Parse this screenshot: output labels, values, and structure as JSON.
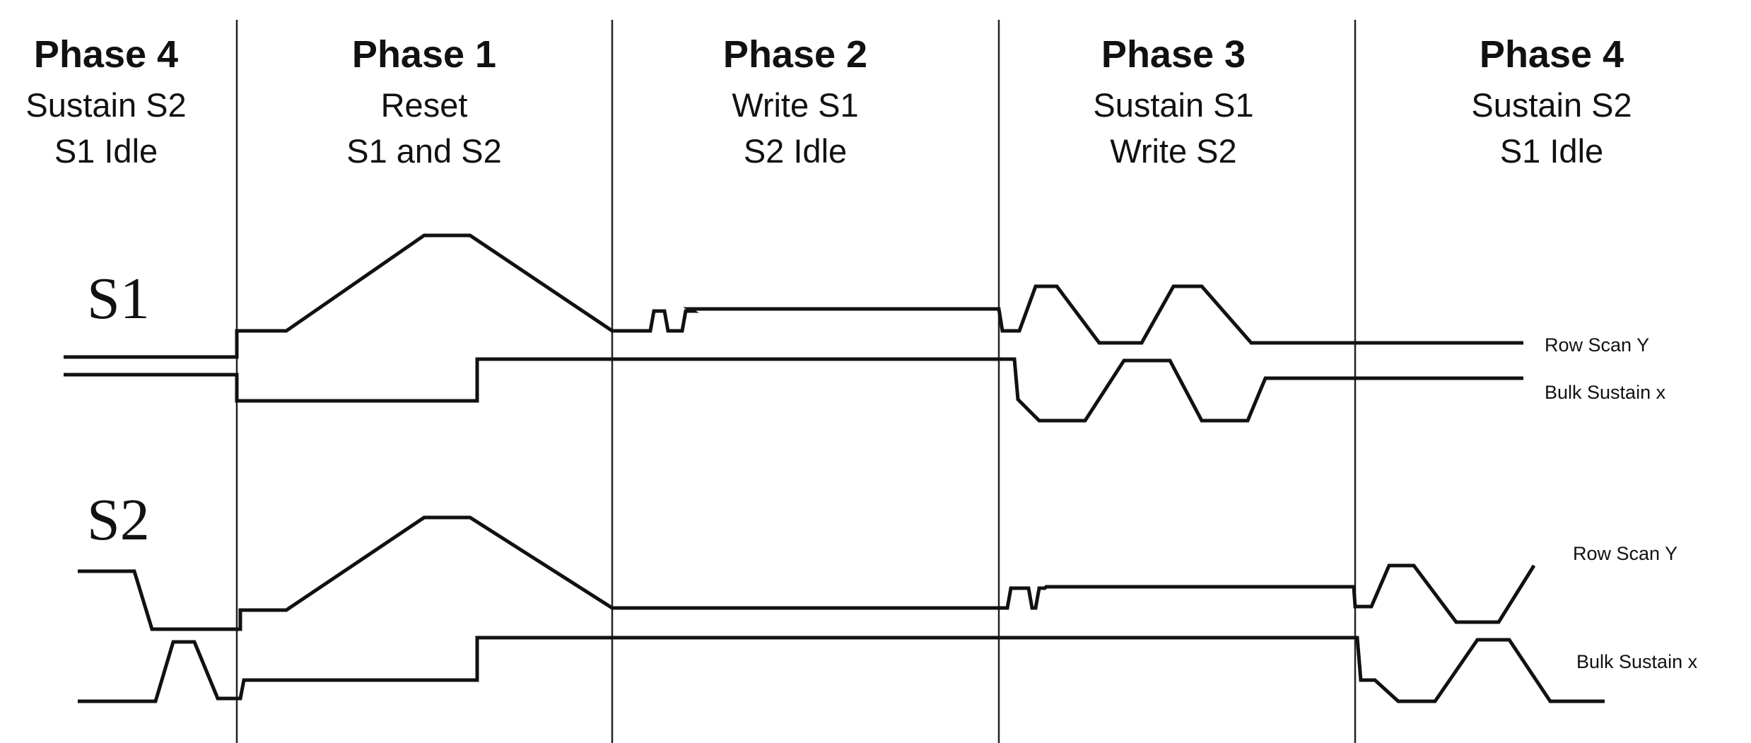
{
  "phases": [
    {
      "title": "Phase 4",
      "line1": "Sustain S2",
      "line2": "S1 Idle"
    },
    {
      "title": "Phase 1",
      "line1": "Reset",
      "line2": "S1 and S2"
    },
    {
      "title": "Phase 2",
      "line1": "Write S1",
      "line2": "S2 Idle"
    },
    {
      "title": "Phase 3",
      "line1": "Sustain S1",
      "line2": "Write S2"
    },
    {
      "title": "Phase 4",
      "line1": "Sustain S2",
      "line2": "S1 Idle"
    }
  ],
  "groups": {
    "s1": {
      "label": "S1",
      "row_scan_label": "Row Scan Y",
      "bulk_sustain_label": "Bulk Sustain x"
    },
    "s2": {
      "label": "S2",
      "row_scan_label": "Row Scan Y",
      "bulk_sustain_label": "Bulk Sustain x"
    }
  }
}
